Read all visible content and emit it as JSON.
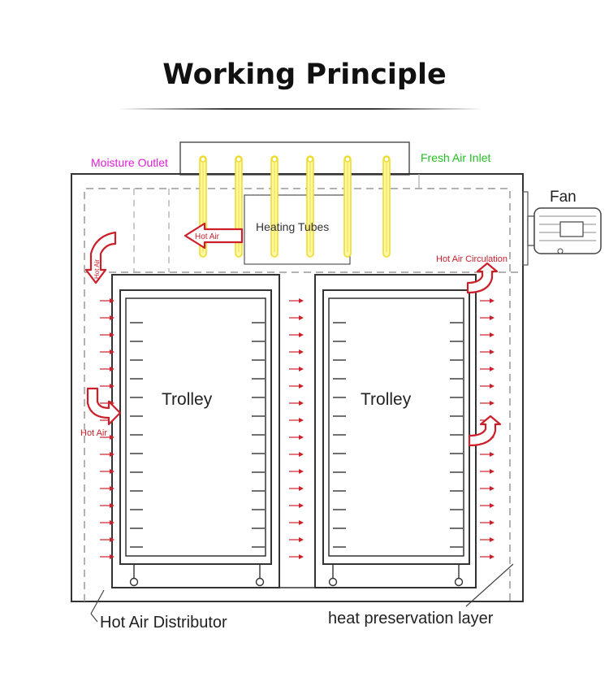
{
  "title": "Working Principle",
  "labels": {
    "moisture_outlet": "Moisture Outlet",
    "fresh_air_inlet": "Fresh Air Inlet",
    "fan": "Fan",
    "heating_tubes": "Heating Tubes",
    "hot_air_top": "Hot Air",
    "hot_air_circulation": "Hot Air Circulation",
    "hot_air_left": "Hot Air",
    "hot_air_left_vertical": "Hot Air",
    "trolley_left": "Trolley",
    "trolley_right": "Trolley",
    "hot_air_distributor": "Hot Air Distributor",
    "heat_preservation_layer": "heat preservation layer"
  },
  "colors": {
    "moisture_outlet": "#e020d8",
    "fresh_air_inlet": "#22c022",
    "hot_air": "#cc1f2a",
    "heating_tube": "#f2e23a",
    "line": "#333333"
  },
  "icons": [
    "fan-icon",
    "heating-tube-icon",
    "hot-air-arrow-icon"
  ]
}
